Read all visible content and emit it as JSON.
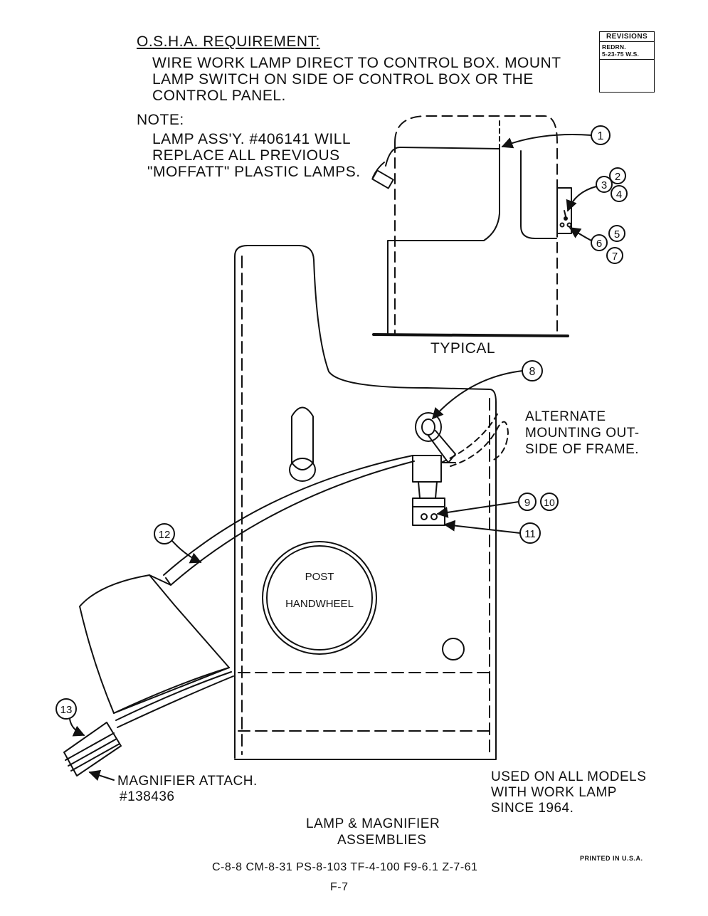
{
  "osha": {
    "heading": "O.S.H.A. REQUIREMENT:",
    "lines": [
      "WIRE WORK LAMP DIRECT TO CONTROL BOX. MOUNT",
      "LAMP SWITCH ON SIDE OF CONTROL BOX OR THE",
      "CONTROL PANEL."
    ]
  },
  "note": {
    "heading": "NOTE:",
    "lines": [
      "LAMP ASS'Y. #406141 WILL",
      "REPLACE ALL PREVIOUS",
      "\"MOFFATT\" PLASTIC LAMPS."
    ]
  },
  "revisions": {
    "heading": "REVISIONS",
    "line1": "REDRN.",
    "line2": "5-23-75 W.S."
  },
  "callouts": [
    "1",
    "2",
    "3",
    "4",
    "5",
    "6",
    "7",
    "8",
    "9",
    "10",
    "11",
    "12",
    "13"
  ],
  "labels": {
    "typical": "TYPICAL",
    "alternate": [
      "ALTERNATE",
      "MOUNTING OUT-",
      "SIDE OF FRAME."
    ],
    "post": "POST",
    "handwheel": "HANDWHEEL",
    "magnifier": [
      "MAGNIFIER ATTACH.",
      "#138436"
    ],
    "used_on": [
      "USED ON ALL MODELS",
      "WITH WORK LAMP",
      "SINCE 1964."
    ]
  },
  "title": [
    "LAMP & MAGNIFIER",
    "ASSEMBLIES"
  ],
  "model_refs": "C-8-8 CM-8-31 PS-8-103 TF-4-100 F9-6.1 Z-7-61",
  "printed": "PRINTED IN U.S.A.",
  "page_number": "F-7"
}
